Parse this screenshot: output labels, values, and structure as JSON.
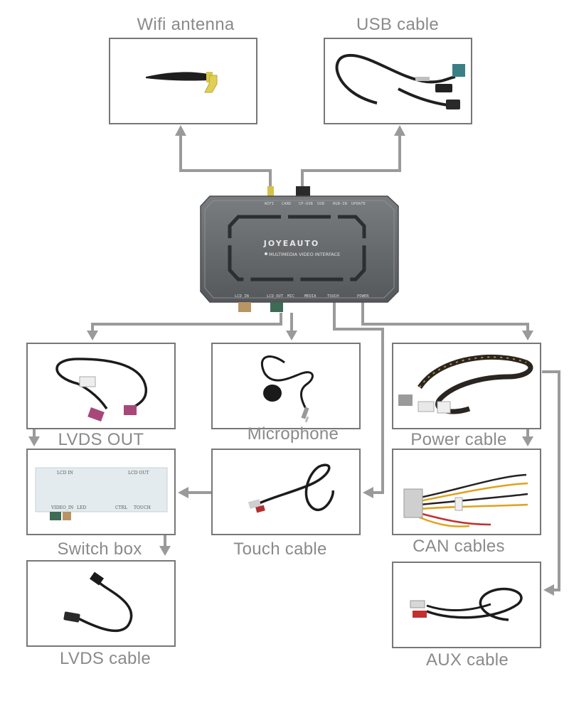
{
  "labels": {
    "wifi_antenna": "Wifi antenna",
    "usb_cable": "USB cable",
    "lvds_out": "LVDS OUT",
    "microphone": "Microphone",
    "power_cable": "Power cable",
    "switch_box": "Switch box",
    "touch_cable": "Touch cable",
    "can_cables": "CAN cables",
    "lvds_cable": "LVDS cable",
    "aux_cable": "AUX cable"
  },
  "device": {
    "brand": "JOYEAUTO",
    "subtitle": "MULTIMEDIA VIDEO INTERFACE",
    "top_ports": [
      "WIFI",
      "CARD",
      "CP-USB",
      "USB",
      "RGB-IN",
      "UPDATE"
    ],
    "bottom_ports": [
      "LCD_IN",
      "LCD_OUT",
      "MIC",
      "MEDIA",
      "TOUCH",
      "POWER"
    ]
  },
  "switch_box": {
    "top_left": "LCD IN",
    "top_right": "LCD OUT",
    "bottom": [
      "VIDEO_IN",
      "LED",
      "CTRL",
      "TOUCH"
    ]
  },
  "colors": {
    "line": "#9a9a9a",
    "box_border": "#777777",
    "label": "#8a8a8a",
    "device_body": "#6b6e70"
  }
}
